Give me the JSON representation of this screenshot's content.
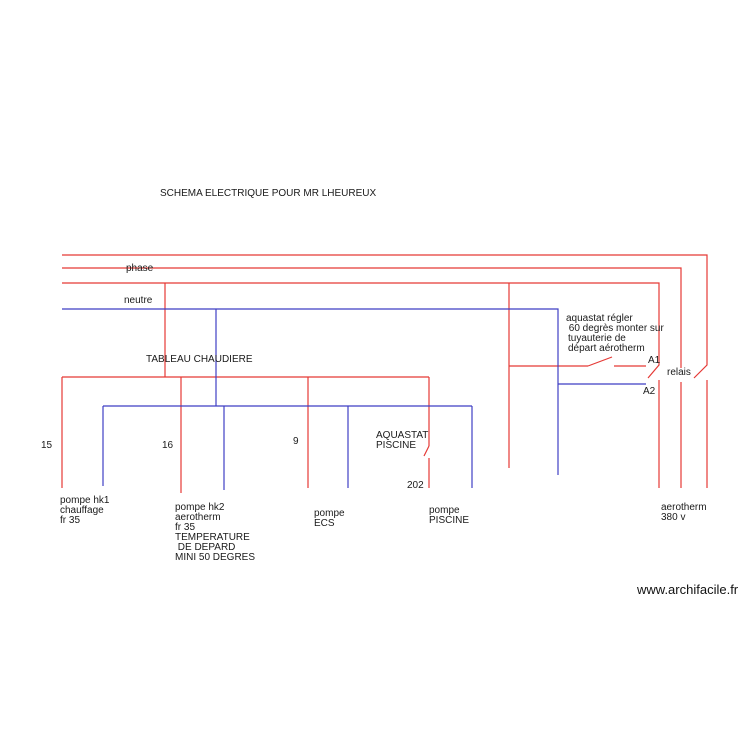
{
  "title": "SCHEMA ELECTRIQUE POUR MR LHEUREUX",
  "bus": {
    "phase_label": "phase",
    "neutre_label": "neutre",
    "tableau_label": "TABLEAU CHAUDIERE"
  },
  "numbers": {
    "n15": "15",
    "n16": "16",
    "n9": "9",
    "n202": "202"
  },
  "aquastat_piscine": [
    "AQUASTAT",
    "PISCINE"
  ],
  "aquastat_aero": [
    "aquastat régler",
    " 60 degrès monter sur",
    "tuyauterie de",
    "départ aérotherm"
  ],
  "relay": {
    "a1": "A1",
    "a2": "A2",
    "label": "relais"
  },
  "loads": {
    "hk1": [
      "pompe hk1",
      "chauffage",
      "fr 35"
    ],
    "hk2": [
      "pompe hk2",
      "aerotherm",
      "fr 35",
      "TEMPERATURE",
      " DE DEPARD",
      "MINI 50 DEGRES"
    ],
    "ecs": [
      "pompe",
      "ECS"
    ],
    "piscine": [
      "pompe",
      "PISCINE"
    ],
    "aerotherm": [
      "aerotherm",
      "380 v"
    ]
  },
  "watermark": "www.archifacile.fr",
  "colors": {
    "phase": "#e53935",
    "neutre": "#3f3fc4"
  }
}
